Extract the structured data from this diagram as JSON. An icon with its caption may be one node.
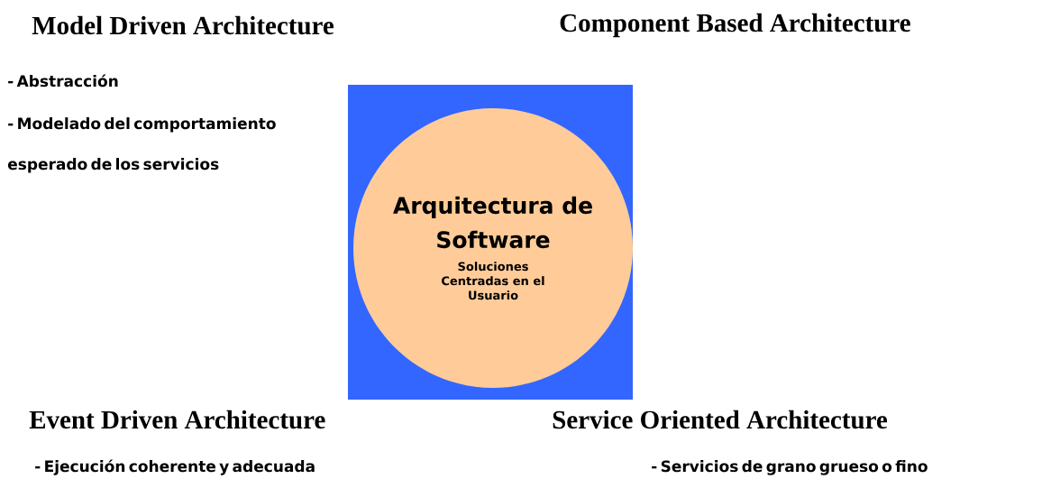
{
  "diagram": {
    "nodes": [
      {
        "text": [],
        "shape": "box"
      },
      {
        "text": [
          "Arquitectura de Software",
          "Soluciones Centradas en el Usuario"
        ],
        "in": 0
      }
    ],
    "labels": [
      "Model Driven Architecture",
      "Component Based Architecture",
      "- Abstracción",
      "- Modelado del comportamiento esperado de los servicios",
      "Event Driven Architecture",
      "Service Oriented Architecture",
      "- Ejecución coherente y adecuada",
      "- Servicios de grano grueso o fino"
    ]
  }
}
